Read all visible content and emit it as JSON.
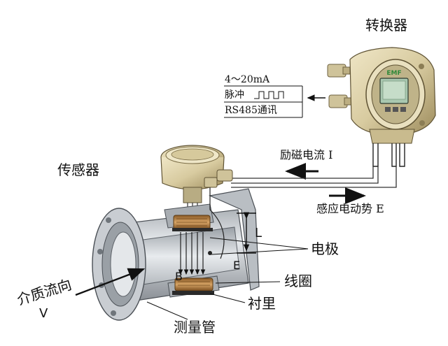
{
  "labels": {
    "converter": "转换器",
    "sensor": "传感器",
    "excitation_current": "励磁电流  I",
    "induced_emf": "感应电动势  E",
    "electrode": "电极",
    "coil": "线圈",
    "lining": "衬里",
    "measuring_tube": "测量管",
    "flow_direction": "介质流向",
    "velocity_symbol": "V",
    "length_symbol": "L",
    "field_symbol": "B",
    "emf_symbol": "E"
  },
  "outputs": {
    "analog": "4～20mA",
    "pulse": "脉冲",
    "serial": "RS485通讯"
  },
  "display_badge": "EMF",
  "colors": {
    "housing": "#d8cba0",
    "housing_dark": "#8e7e52",
    "tube_metal": "#c4c8cc",
    "tube_shadow": "#7d8288",
    "tube_inner": "#e2e5e8",
    "coil": "#b7864a",
    "lining": "#2a2a2a",
    "screen": "#a9c8b0",
    "badge": "#2f8a3a"
  }
}
